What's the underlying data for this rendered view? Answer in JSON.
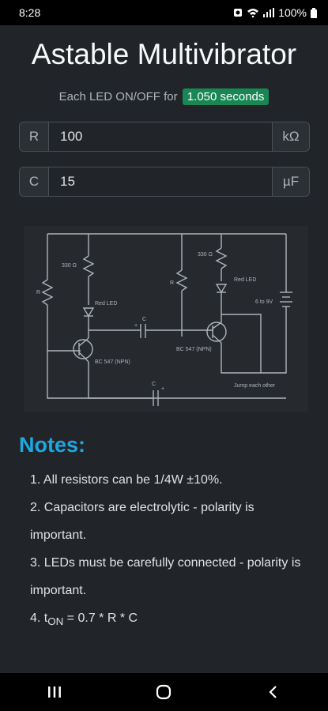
{
  "status": {
    "time": "8:28",
    "battery": "100%"
  },
  "title": "Astable Multivibrator",
  "result": {
    "prefix": "Each LED ON/OFF for",
    "value": "1.050 seconds"
  },
  "inputs": [
    {
      "label": "R",
      "value": "100",
      "unit": "kΩ"
    },
    {
      "label": "C",
      "value": "15",
      "unit": "µF"
    }
  ],
  "diagram": {
    "labels": {
      "r1": "R",
      "r2": "R",
      "res330a": "330 Ω",
      "res330b": "330 Ω",
      "led1": "Red LED",
      "led2": "Red LED",
      "cap1": "C",
      "cap2": "C",
      "t1": "BC 547 (NPN)",
      "t2": "BC 547 (NPN)",
      "battery": "6 to 9V",
      "jump": "Jump each other",
      "plus": "+"
    }
  },
  "notes": {
    "heading": "Notes:",
    "items": [
      "1. All resistors can be 1/4W ±10%.",
      "2. Capacitors are electrolytic - polarity is important.",
      "3. LEDs must be carefully connected - polarity is important.",
      "4. t",
      "ON",
      " = 0.7 * R * C"
    ]
  }
}
